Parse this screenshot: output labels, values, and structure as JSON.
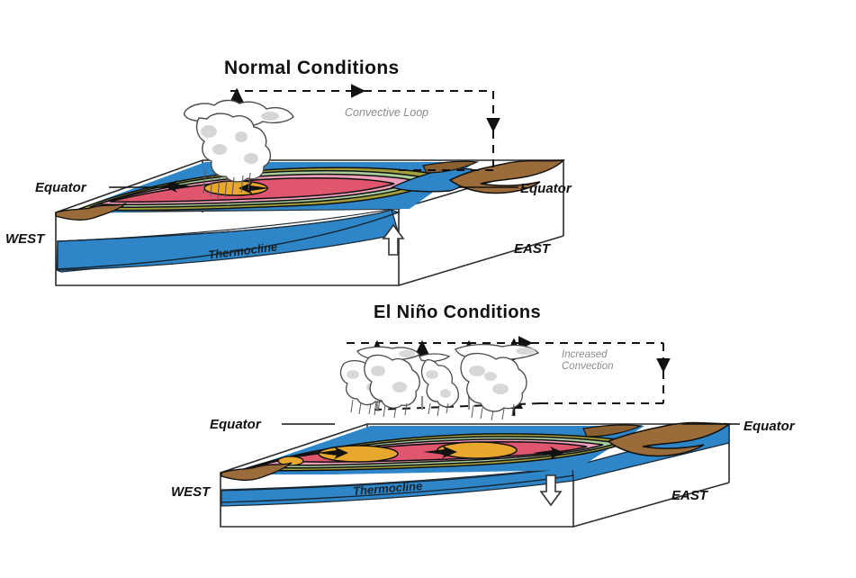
{
  "figure": {
    "kind": "diagram",
    "subject": "Pacific Ocean equatorial cross-section comparing Normal (La Nina-like trade wind) conditions with El Nino conditions"
  },
  "panels": [
    {
      "id": "normal",
      "title": "Normal Conditions",
      "loop_label": "Convective Loop",
      "equator_west": "Equator",
      "equator_east": "Equator",
      "west": "WEST",
      "east": "EAST",
      "thermocline": "Thermocline",
      "upwelling_direction": "up",
      "cloud_count": 1
    },
    {
      "id": "elnino",
      "title": "El Niño Conditions",
      "loop_label_line1": "Increased",
      "loop_label_line2": "Convection",
      "equator_west": "Equator",
      "equator_east": "Equator",
      "west": "WEST",
      "east": "EAST",
      "thermocline": "Thermocline",
      "upwelling_direction": "down",
      "cloud_count": 4
    }
  ],
  "colors": {
    "sst_warmest_orange": "#E8A82E",
    "sst_warm_crimson": "#E0566F",
    "sst_mid_pink": "#F09FBB",
    "sst_cool_green": "#A9CE9C",
    "sst_cooler_olive": "#A2A03A",
    "sst_cold_blue": "#2E86C8",
    "thermocline_blue": "#2E86C8",
    "land_brown": "#9C6B3A",
    "cloud_grey": "#b9b9b9",
    "outline_black": "#111111",
    "loop_label_grey": "#8b8b8b"
  }
}
